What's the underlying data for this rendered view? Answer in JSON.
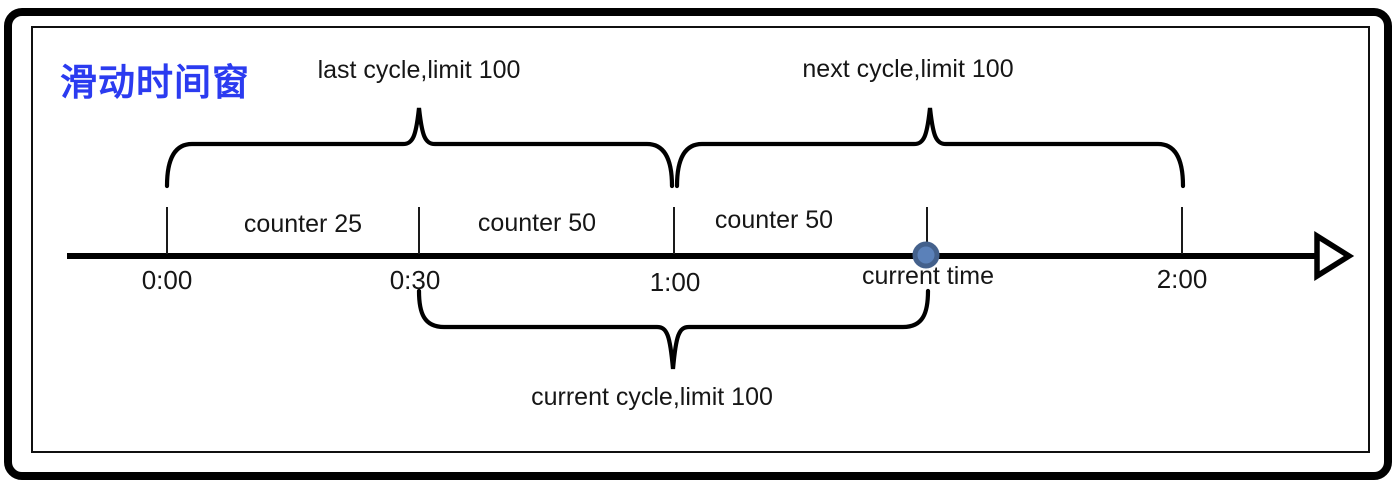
{
  "title": "滑动时间窗",
  "braces": {
    "last": {
      "label": "last cycle,limit 100",
      "span": "0:00-1:00"
    },
    "next": {
      "label": "next cycle,limit 100",
      "span": "1:00-2:00"
    },
    "current": {
      "label": "current cycle,limit 100",
      "span": "0:30-current time"
    }
  },
  "segments": [
    {
      "label": "counter 25",
      "span": "0:00-0:30"
    },
    {
      "label": "counter 50",
      "span": "0:30-1:00"
    },
    {
      "label": "counter 50",
      "span": "1:00-current time"
    }
  ],
  "ticks": [
    {
      "label": "0:00"
    },
    {
      "label": "0:30"
    },
    {
      "label": "1:00"
    },
    {
      "label": "2:00"
    }
  ],
  "marker": {
    "label": "current time"
  },
  "colors": {
    "title": "#2B3BF0",
    "marker_fill": "#5B81B9",
    "marker_stroke": "#44618C",
    "stroke": "#000000",
    "background": "#FFFFFF"
  }
}
